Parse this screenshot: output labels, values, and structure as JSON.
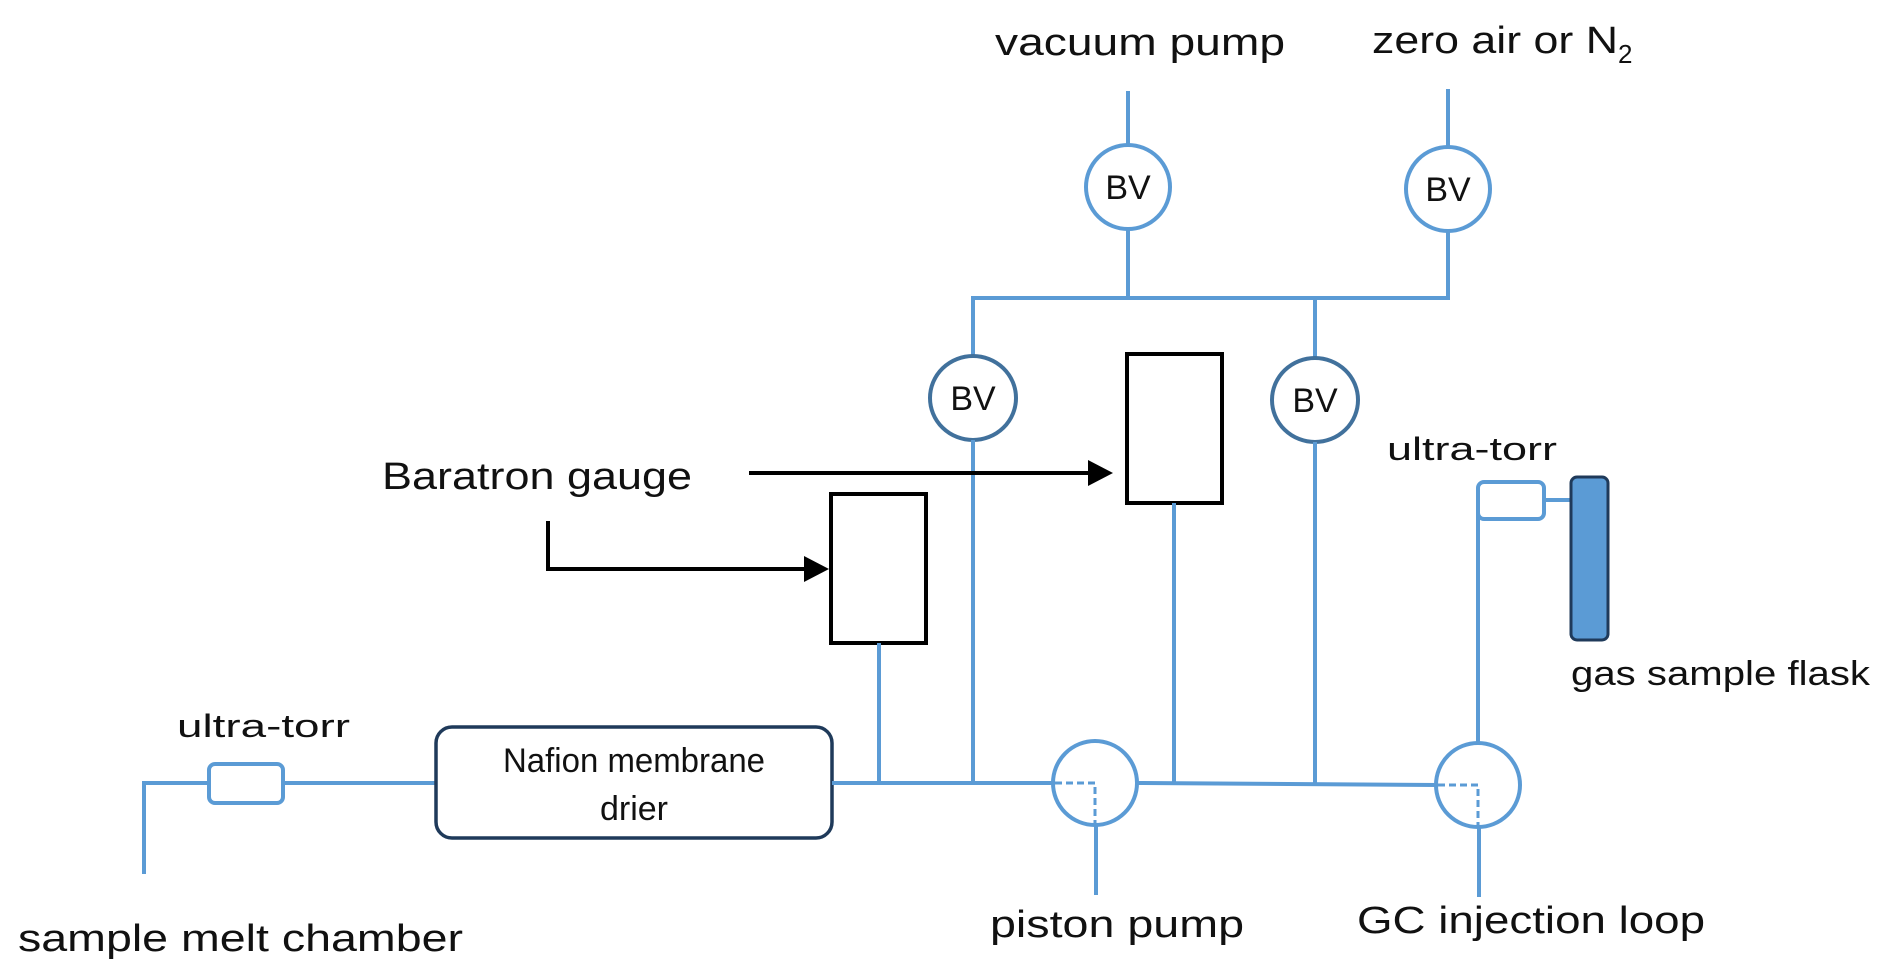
{
  "diagram": {
    "title": "Gas extraction and sampling line schematic",
    "colors": {
      "pipe": "#5B9BD5",
      "valve_dark": "#41719C",
      "outline": "#000000",
      "drier_outline": "#1F3A5A",
      "flask_fill": "#5B9BD5"
    },
    "labels": {
      "vacuum_pump": "vacuum pump",
      "zero_air": "zero air or N",
      "zero_air_subscript": "2",
      "baratron_gauge": "Baratron gauge",
      "ultra_torr_left": "ultra-torr",
      "ultra_torr_right": "ultra-torr",
      "nafion_line1": "Nafion membrane",
      "nafion_line2": "drier",
      "gas_sample_flask": "gas sample flask",
      "sample_melt_chamber": "sample melt chamber",
      "piston_pump": "piston pump",
      "gc_injection_loop": "GC injection loop"
    },
    "valves": [
      {
        "id": "bv-vacuum",
        "label": "BV",
        "connects": "vacuum pump"
      },
      {
        "id": "bv-zero-air",
        "label": "BV",
        "connects": "zero air or N2"
      },
      {
        "id": "bv-manifold-left",
        "label": "BV",
        "connects": "main line (left)"
      },
      {
        "id": "bv-manifold-right",
        "label": "BV",
        "connects": "main line (right)"
      }
    ],
    "components": [
      "sample melt chamber",
      "ultra-torr fitting",
      "Nafion membrane drier",
      "Baratron gauge (x2)",
      "piston pump",
      "GC injection loop",
      "ultra-torr fitting",
      "gas sample flask"
    ]
  }
}
